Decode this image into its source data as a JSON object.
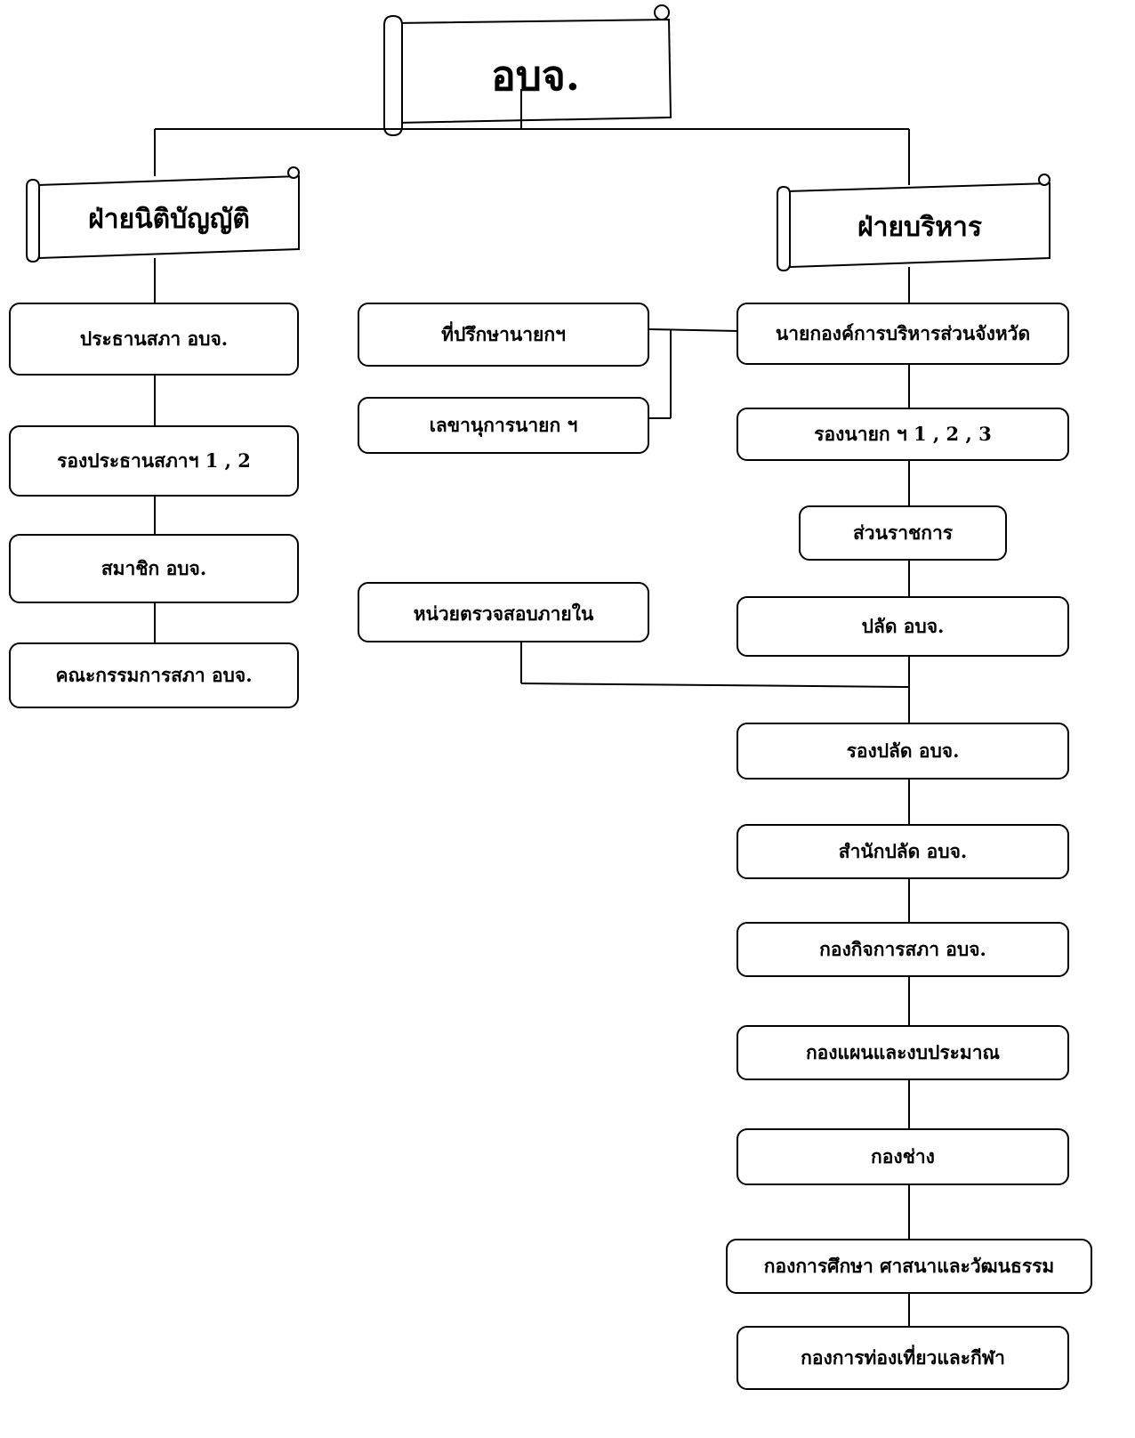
{
  "root": {
    "label": "อบจ."
  },
  "legislative": {
    "header": "ฝ่ายนิติบัญญัติ",
    "items": [
      "ประธานสภา อบจ.",
      "รองประธานสภาฯ 1 , 2",
      "สมาชิก อบจ.",
      "คณะกรรมการสภา อบจ."
    ]
  },
  "middle": {
    "advisor": "ที่ปรึกษานายกฯ",
    "secretary": "เลขานุการนายก ฯ",
    "audit": "หน่วยตรวจสอบภายใน"
  },
  "executive": {
    "header": "ฝ่ายบริหาร",
    "items": [
      "นายกองค์การบริหารส่วนจังหวัด",
      "รองนายก ฯ 1 , 2 , 3",
      "ส่วนราชการ",
      "ปลัด อบจ.",
      "รองปลัด อบจ.",
      "สำนักปลัด อบจ.",
      "กองกิจการสภา อบจ.",
      "กองแผนและงบประมาณ",
      "กองช่าง",
      "กองการศึกษา ศาสนาและวัฒนธรรม",
      "กองการท่องเที่ยวและกีฬา"
    ]
  }
}
